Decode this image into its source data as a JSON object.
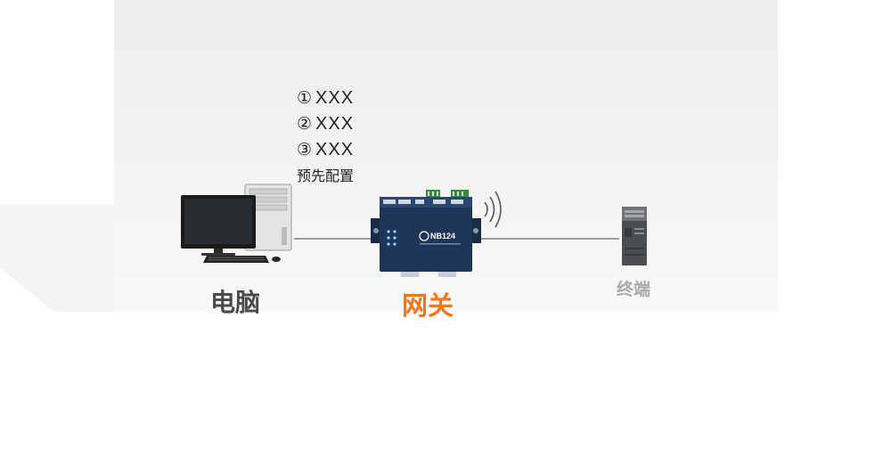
{
  "config_steps": [
    {
      "marker": "①",
      "text": "XXX"
    },
    {
      "marker": "②",
      "text": "XXX"
    },
    {
      "marker": "③",
      "text": "XXX"
    }
  ],
  "config_caption": "预先配置",
  "nodes": {
    "pc": {
      "label": "电脑"
    },
    "gateway": {
      "label": "网关",
      "model": "NB124"
    },
    "terminal": {
      "label": "终端"
    }
  },
  "colors": {
    "gateway_accent": "#f2781c",
    "pc_label": "#4a4a4a",
    "terminal_label": "#a9a9a9",
    "link": "#9a9a9a",
    "device_body": "#1f3558"
  }
}
